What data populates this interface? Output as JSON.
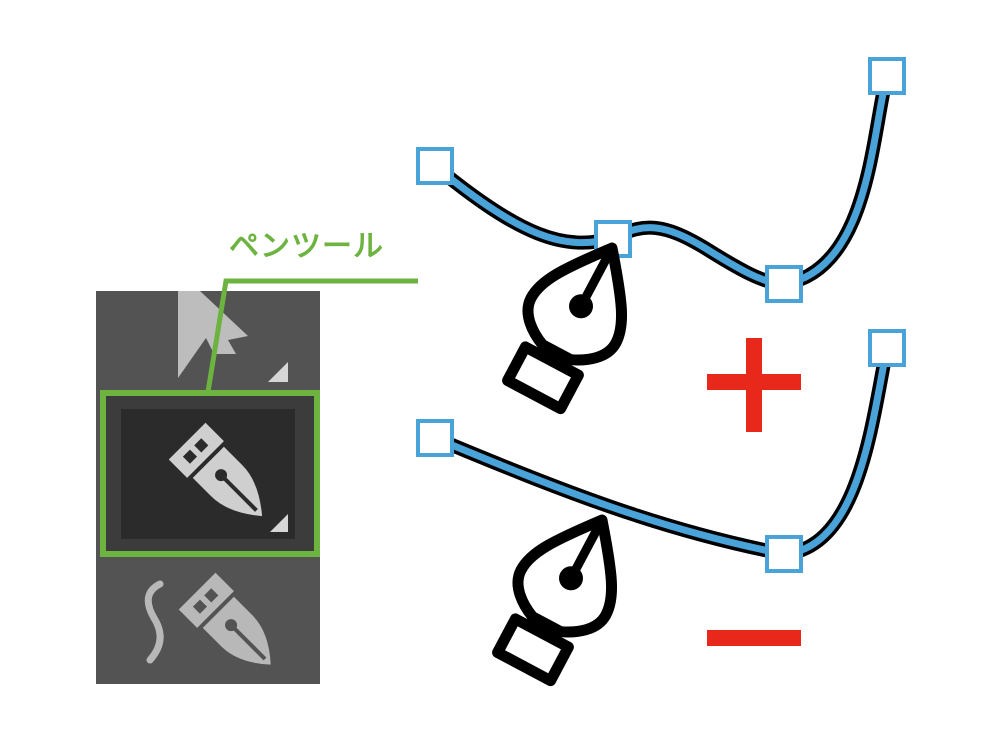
{
  "callout": {
    "label": "ペンツール",
    "color": "#6db33f"
  },
  "toolbar": {
    "background": "#535353",
    "tools": [
      {
        "icon": "selection-arrow-icon",
        "state": "normal"
      },
      {
        "icon": "pen-tool-icon",
        "state": "selected"
      },
      {
        "icon": "freeform-pen-tool-icon",
        "state": "normal"
      }
    ]
  },
  "paths": {
    "stroke_color": "#4aa3d8",
    "outline_color": "#000000",
    "anchor_fill": "#ffffff"
  },
  "operators": {
    "add_symbol": "add",
    "delete_symbol": "delete",
    "color": "#e8281a"
  }
}
